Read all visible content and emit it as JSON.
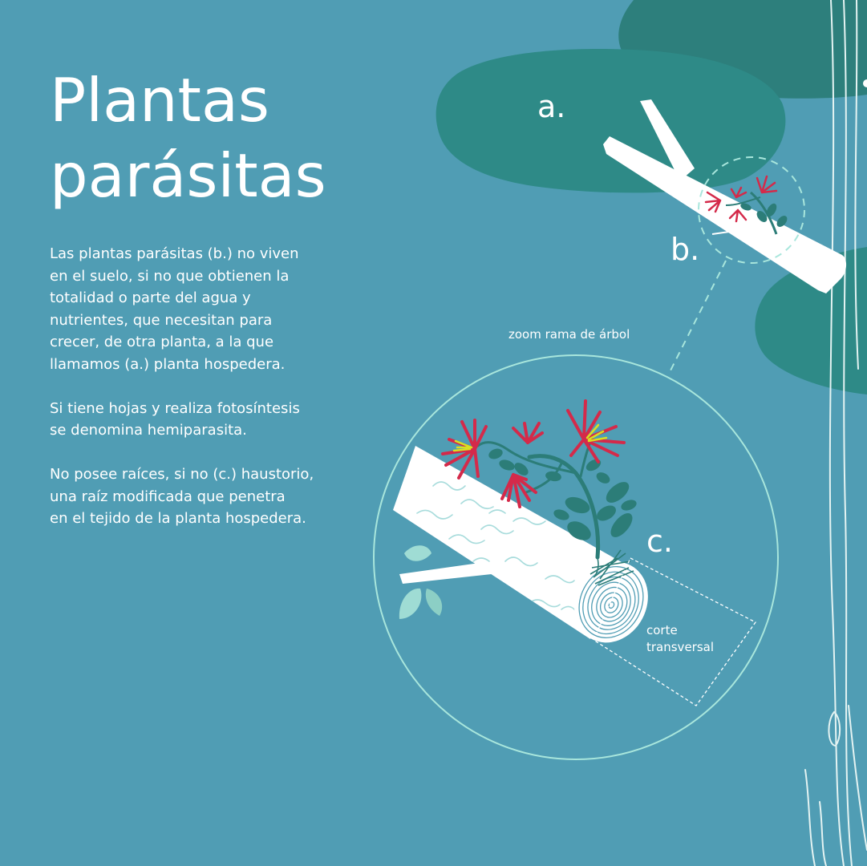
{
  "title": {
    "line1": "Plantas",
    "line2": "parásitas"
  },
  "paragraphs": [
    "Las plantas parásitas (b.) no viven\nen el suelo, si no que obtienen la\ntotalidad o parte del agua y\nnutrientes, que necesitan para\ncrecer, de otra planta, a la que\nllamamos (a.) planta hospedera.",
    "Si tiene hojas y realiza fotosíntesis\nse denomina hemiparasita.",
    "No posee raíces, si no (c.) haustorio,\nuna raíz modificada que penetra\nen el tejido de la planta hospedera."
  ],
  "labels": {
    "a": "a.",
    "b": "b.",
    "c": "c.",
    "zoom": "zoom rama de árbol",
    "cut_line1": "corte",
    "cut_line2": "transversal"
  },
  "colors": {
    "background": "#509db4",
    "foliage": "#2e8a87",
    "foliage_dark": "#2d7f7c",
    "branch": "#ffffff",
    "flower": "#d42a4a",
    "stamen": "#d9e021",
    "parasite_leaf": "#2c7d78",
    "light_leaf": "#9fdcd4",
    "circle_outline": "#a8e6dc"
  }
}
